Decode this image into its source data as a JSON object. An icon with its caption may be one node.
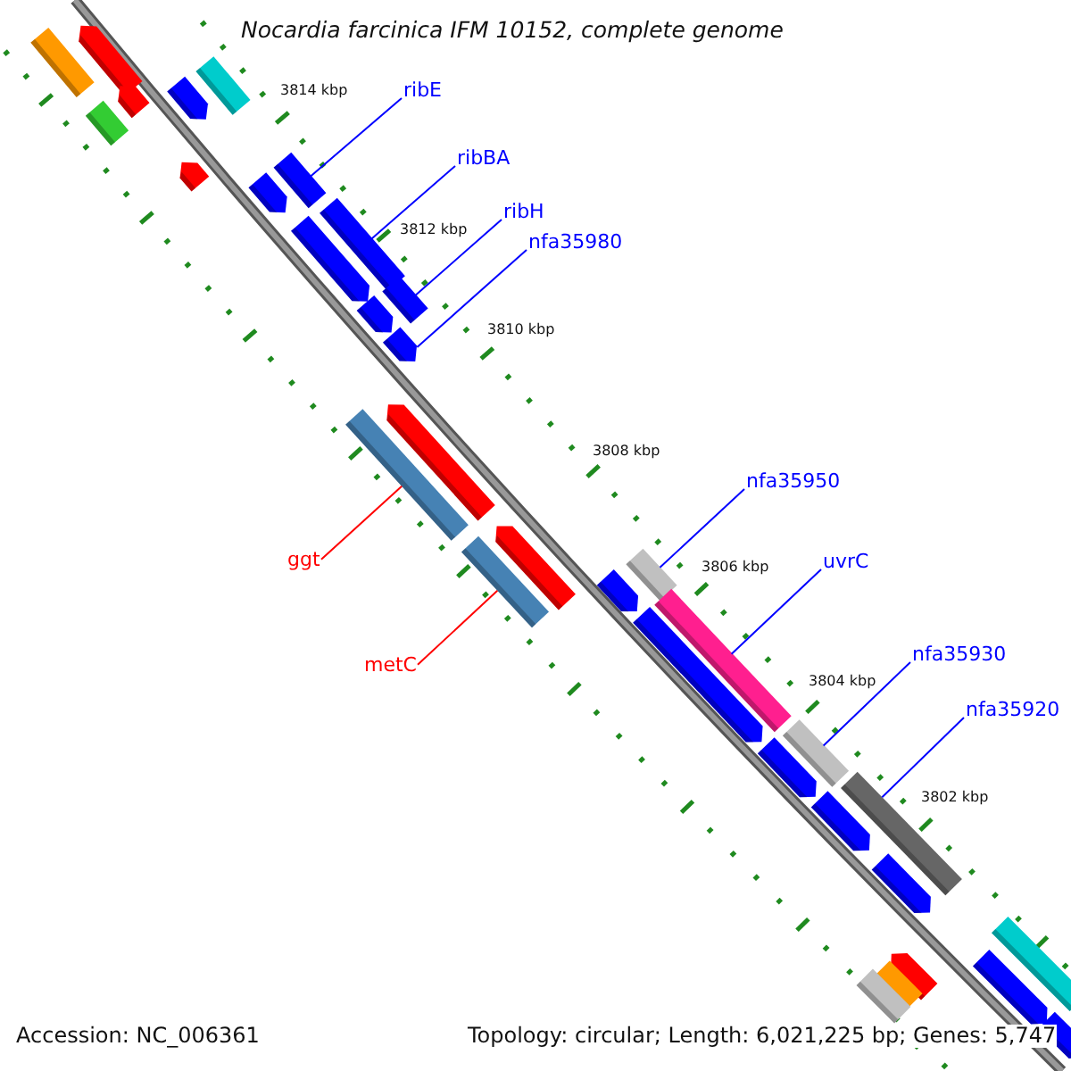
{
  "diagram": {
    "title": "Nocardia farcinica IFM 10152, complete genome",
    "nodes": [
      {
        "text": [
          "ribE"
        ]
      },
      {
        "text": [
          "ribBA"
        ]
      },
      {
        "text": [
          "ribH"
        ]
      },
      {
        "text": [
          "nfa35980"
        ]
      },
      {
        "text": [
          "nfa35950"
        ]
      },
      {
        "text": [
          "uvrC"
        ]
      },
      {
        "text": [
          "ggt"
        ]
      },
      {
        "text": [
          "nfa35930"
        ]
      },
      {
        "text": [
          "metC"
        ]
      },
      {
        "text": [
          "nfa35920"
        ]
      },
      {
        "text": [],
        "shape": "box"
      },
      {
        "text": [],
        "shape": "box"
      },
      {
        "text": [],
        "shape": "box"
      },
      {
        "text": [],
        "shape": "arrow"
      },
      {
        "text": [],
        "shape": "box"
      },
      {
        "text": [],
        "shape": "box"
      },
      {
        "text": [],
        "shape": "box"
      },
      {
        "text": [],
        "shape": "box"
      },
      {
        "text": [],
        "shape": "box"
      },
      {
        "text": [],
        "shape": "box"
      },
      {
        "text": [],
        "shape": "arrow"
      },
      {
        "text": [],
        "shape": "box"
      },
      {
        "text": [],
        "shape": "box"
      },
      {
        "text": [],
        "shape": "arrow"
      },
      {
        "text": [],
        "shape": "arrow"
      },
      {
        "text": [],
        "shape": "box"
      },
      {
        "text": [],
        "shape": "arrow"
      },
      {
        "text": [],
        "shape": "arrow"
      },
      {
        "text": [],
        "shape": "arrow"
      },
      {
        "text": [],
        "shape": "arrow"
      },
      {
        "text": [],
        "shape": "arrow"
      },
      {
        "text": [],
        "shape": "arrow"
      },
      {
        "text": [],
        "shape": "arrow"
      },
      {
        "text": [],
        "shape": "arrow"
      },
      {
        "text": [],
        "shape": "arrow"
      },
      {
        "text": [],
        "shape": "arrow"
      },
      {
        "text": [],
        "shape": "arrow"
      },
      {
        "text": [],
        "shape": "box"
      },
      {
        "text": [],
        "shape": "arrow"
      },
      {
        "text": [],
        "shape": "box"
      },
      {
        "text": [],
        "shape": "arrow"
      },
      {
        "text": [],
        "shape": "box"
      },
      {
        "text": [],
        "shape": "arrow"
      }
    ],
    "edges": [
      {
        "from": 0,
        "to": 10,
        "arrow": "none"
      },
      {
        "from": 1,
        "to": 11,
        "arrow": "none"
      },
      {
        "from": 2,
        "to": 12,
        "arrow": "none"
      },
      {
        "from": 3,
        "to": 13,
        "arrow": "none"
      },
      {
        "from": 4,
        "to": 15,
        "arrow": "none"
      },
      {
        "from": 5,
        "to": 17,
        "arrow": "none"
      },
      {
        "from": 6,
        "to": 14,
        "arrow": "none",
        "color": "#ff0000"
      },
      {
        "from": 7,
        "to": 18,
        "arrow": "none"
      },
      {
        "from": 8,
        "to": 16,
        "arrow": "none",
        "color": "#ff0000"
      },
      {
        "from": 9,
        "to": 19,
        "arrow": "none"
      }
    ],
    "labels": [
      "3814 kbp",
      "3812 kbp",
      "3810 kbp",
      "3808 kbp",
      "3806 kbp",
      "3804 kbp",
      "3802 kbp",
      "Accession: NC_006361",
      "Topology: circular; Length: 6,021,225 bp; Genes: 5,747"
    ]
  }
}
